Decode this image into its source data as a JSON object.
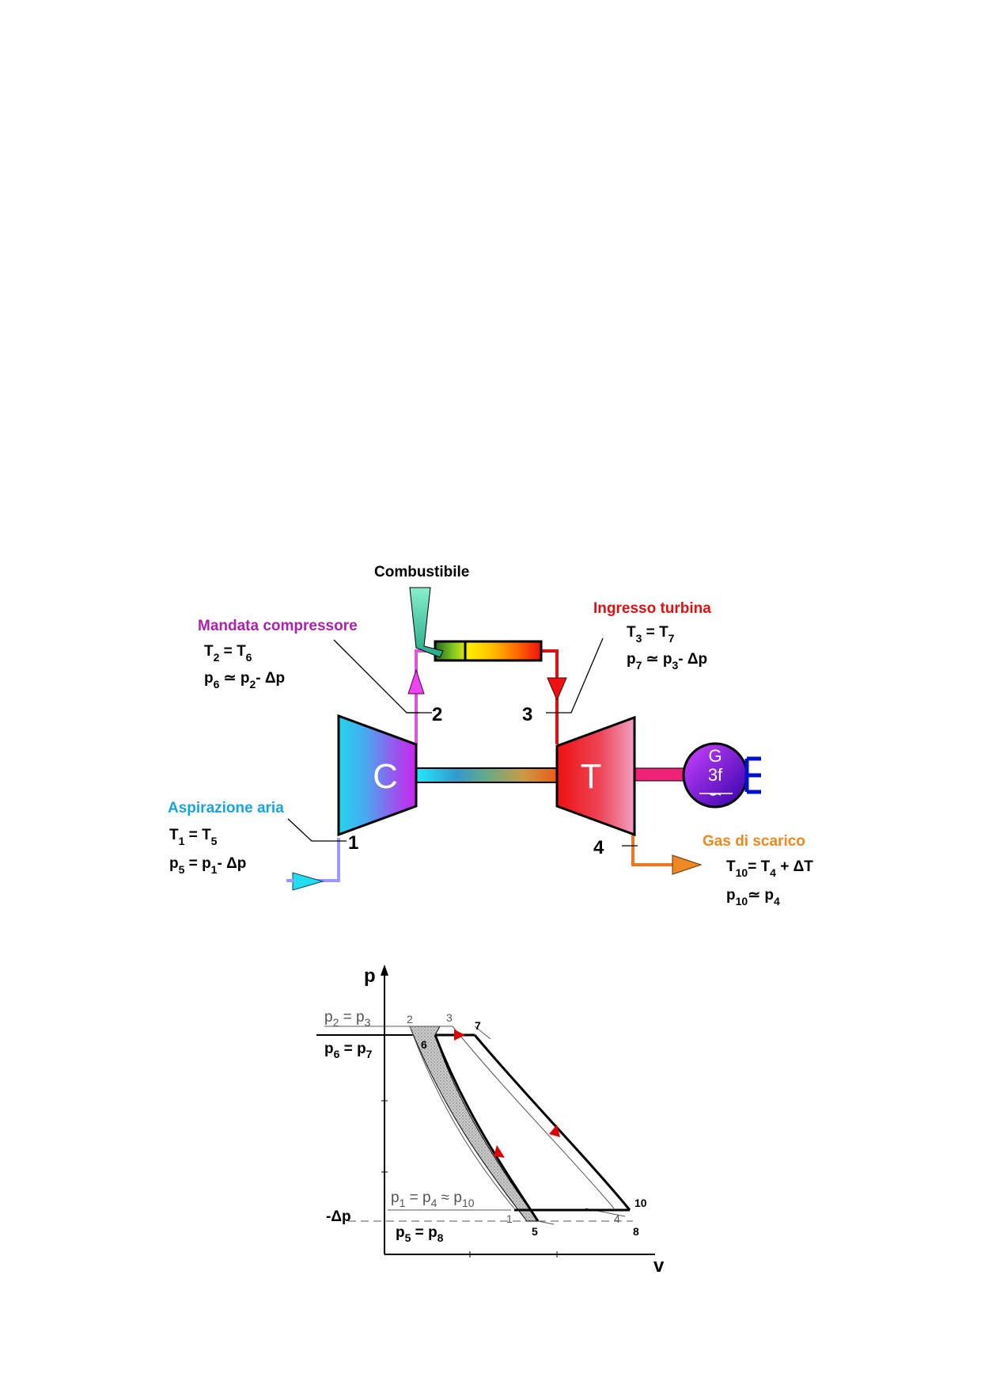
{
  "colors": {
    "compressor_outlet": "#cc33cc",
    "turbine_inlet": "#dd1111",
    "air_inlet": "#1aa3dd",
    "exhaust": "#ee8822",
    "inlet_pipe": "#9999ff",
    "outlet_pipe": "#dd66dd",
    "turbine_pipe": "#dd1111",
    "exhaust_pipe": "#ee7722",
    "arrow_red": "#dd0000"
  },
  "icons": {
    "compressor": "compressor-trapezoid",
    "turbine": "turbine-trapezoid",
    "generator": "generator-circle-icon",
    "combustor": "combustion-chamber",
    "fuel": "fuel-nozzle-icon"
  },
  "plant": {
    "fuel_label": "Combustibile",
    "compressor_outlet": {
      "title": "Mandata compressore",
      "eq1": {
        "a": "T",
        "as": "2",
        "op": " = ",
        "b": "T",
        "bs": "6"
      },
      "eq2": {
        "a": "p",
        "as": "6",
        "op": " ≃ ",
        "b": "p",
        "bs": "2",
        "tail": "- Δp"
      }
    },
    "turbine_inlet": {
      "title": "Ingresso turbina",
      "eq1": {
        "a": "T",
        "as": "3",
        "op": " = ",
        "b": "T",
        "bs": "7"
      },
      "eq2": {
        "a": "p",
        "as": "7",
        "op": " ≃ ",
        "b": "p",
        "bs": "3",
        "tail": "- Δp"
      }
    },
    "air_inlet": {
      "title": "Aspirazione aria",
      "eq1": {
        "a": "T",
        "as": "1",
        "op": " = ",
        "b": "T",
        "bs": "5"
      },
      "eq2": {
        "a": "p",
        "as": "5",
        "op": " =  ",
        "b": "p",
        "bs": "1",
        "tail": "- Δp"
      }
    },
    "exhaust": {
      "title": "Gas di scarico",
      "eq1": {
        "a": "T",
        "as": "10",
        "op": "= ",
        "b": "T",
        "bs": "4",
        "tail": " + ΔT"
      },
      "eq2": {
        "a": "p",
        "as": "10",
        "op": "≃ ",
        "b": "p",
        "bs": "4",
        "tail": ""
      }
    },
    "stations": [
      "1",
      "2",
      "3",
      "4"
    ],
    "compressor_letter": "C",
    "turbine_letter": "T",
    "generator": {
      "l1": "G",
      "l2": "3f",
      "l3": "∽"
    }
  },
  "pv": {
    "axis_y": "p",
    "axis_x": "v",
    "neg_dp": "-Δp",
    "points": {
      "p1": "1",
      "p2": "2",
      "p3": "3",
      "p4": "4",
      "p5": "5",
      "p6": "6",
      "p7": "7",
      "p8": "8",
      "p10": "10"
    },
    "lab_top": {
      "a": "p",
      "as": "2",
      "op": " = ",
      "b": "p",
      "bs": "3"
    },
    "lab_top2": {
      "a": "p",
      "as": "6",
      "op": " = ",
      "b": "p",
      "bs": "7"
    },
    "lab_bot": {
      "a": "p",
      "as": "1",
      "op": " = ",
      "b": "p",
      "bs": "4",
      "op2": " ≈ ",
      "c": "p",
      "cs": "10"
    },
    "lab_bot2": {
      "a": "p",
      "as": "5",
      "op": " = ",
      "b": "p",
      "bs": "8"
    }
  }
}
